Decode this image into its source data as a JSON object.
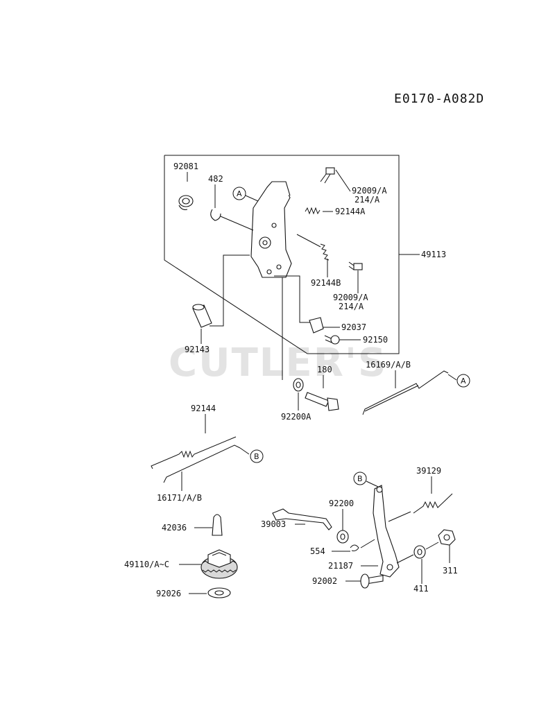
{
  "diagram_code": "E0170-A082D",
  "watermark": "CUTLER'S",
  "refs": {
    "a": "A",
    "b": "B"
  },
  "parts": {
    "p92081": "92081",
    "p482": "482",
    "p92009_a_1": "92009/A",
    "p214_a_1": "214/A",
    "p92144A": "92144A",
    "p49113": "49113",
    "p92144B": "92144B",
    "p92009_a_2": "92009/A",
    "p214_a_2": "214/A",
    "p92037": "92037",
    "p92150": "92150",
    "p92143": "92143",
    "p180": "180",
    "p92200A": "92200A",
    "p16169": "16169/A/B",
    "p92144": "92144",
    "p16171": "16171/A/B",
    "p39129": "39129",
    "p92200": "92200",
    "p39003": "39003",
    "p554": "554",
    "p21187": "21187",
    "p92002": "92002",
    "p411": "411",
    "p311": "311",
    "p42036": "42036",
    "p49110": "49110/A~C",
    "p92026": "92026"
  }
}
